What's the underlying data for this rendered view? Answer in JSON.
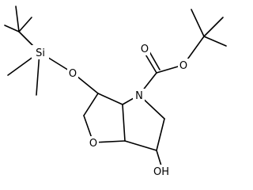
{
  "molecule": {
    "atoms": {
      "silicon": "Si",
      "silyl_ether_oxygen": "O",
      "ring_nitrogen": "N",
      "carbonyl_oxygen": "O",
      "ester_oxygen": "O",
      "ring_oxygen": "O",
      "hydroxyl": "OH"
    },
    "colors": {
      "bond": "#000000",
      "label": "#000000",
      "background": "#ffffff"
    }
  }
}
